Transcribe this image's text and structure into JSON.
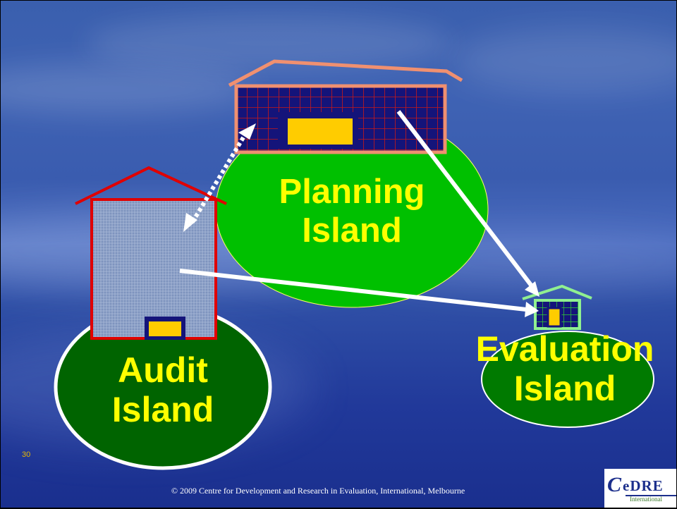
{
  "islands": {
    "planning": {
      "line1": "Planning",
      "line2": "Island"
    },
    "audit": {
      "line1": "Audit",
      "line2": "Island"
    },
    "evaluation": {
      "line1": "Evaluation",
      "line2": "Island"
    }
  },
  "slide_number": "30",
  "footer": "© 2009 Centre for Development and Research in Evaluation, International, Melbourne",
  "logo": {
    "emblem": "C",
    "text": "eDRE",
    "subtext": "International"
  },
  "colors": {
    "label": "#ffff00",
    "island_green": "#00c000",
    "audit_island_fill": "#006400",
    "evaluation_island_fill": "#007a00",
    "planning_house_roof": "#f09070",
    "planning_house_grid": "#c81818",
    "planning_house_wall": "#14147a",
    "audit_house_outline": "#e00000",
    "evaluation_house_outline": "#90f090",
    "door": "#ffcc00",
    "arrow": "#ffffff"
  }
}
